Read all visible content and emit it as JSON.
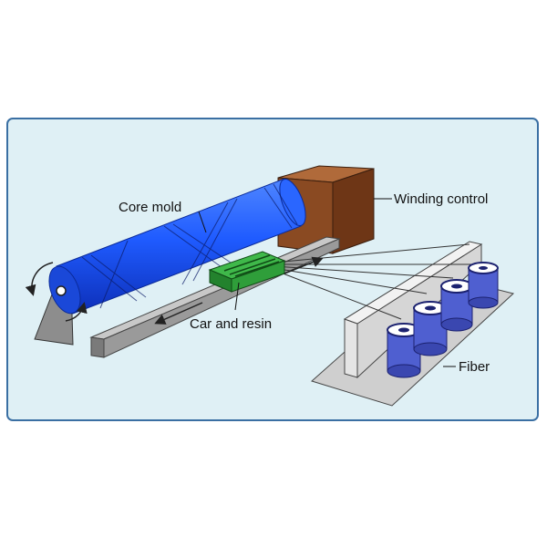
{
  "labels": {
    "core_mold": "Core mold",
    "winding_control": "Winding control",
    "car_and_resin": "Car and resin",
    "fiber": "Fiber"
  },
  "colors": {
    "panel_bg": "#dff0f5",
    "panel_border": "#3a6fa3",
    "core_mold": "#1f5bff",
    "winding_control_box": "#8a4a22",
    "car": "#2f9e3a",
    "spool": "#4f5fd0",
    "rail": "#9a9a9a"
  },
  "icons": {
    "rotation": "curved-arrow-icon",
    "direction": "double-arrow-icon"
  }
}
